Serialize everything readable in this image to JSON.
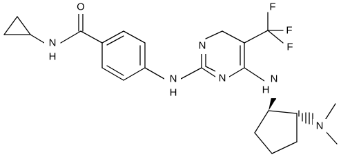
{
  "molecule": {
    "atom_labels": {
      "carbonyl_o": "O",
      "amide_nh": "N\nH",
      "aniline_nh": "N\nH",
      "pyrimidine_n3": "N",
      "pyrimidine_n1": "N",
      "amino_nh": "N\nH",
      "f_top": "F",
      "f_mid": "F",
      "f_low": "F",
      "dimethyl_n": "N"
    }
  }
}
